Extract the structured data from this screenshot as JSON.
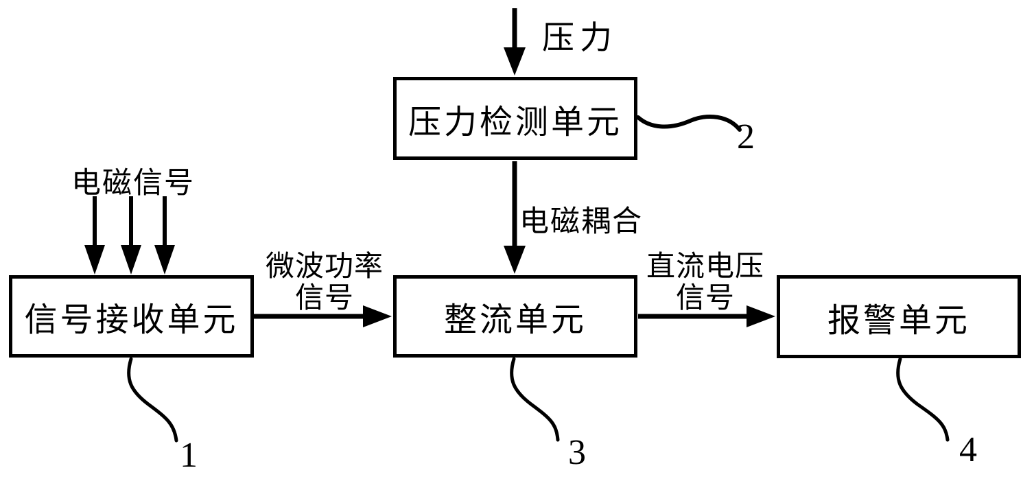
{
  "boxes": {
    "pressure": {
      "label": "压力检测单元",
      "ref": "2"
    },
    "receiver": {
      "label": "信号接收单元",
      "ref": "1"
    },
    "rectifier": {
      "label": "整流单元",
      "ref": "3"
    },
    "alarm": {
      "label": "报警单元",
      "ref": "4"
    }
  },
  "labels": {
    "pressure_input": "压力",
    "em_signal": "电磁信号",
    "em_coupling": "电磁耦合",
    "microwave_line1": "微波功率",
    "microwave_line2": "信号",
    "dc_line1": "直流电压",
    "dc_line2": "信号"
  },
  "colors": {
    "line": "#000000",
    "background": "#ffffff",
    "text": "#000000"
  }
}
